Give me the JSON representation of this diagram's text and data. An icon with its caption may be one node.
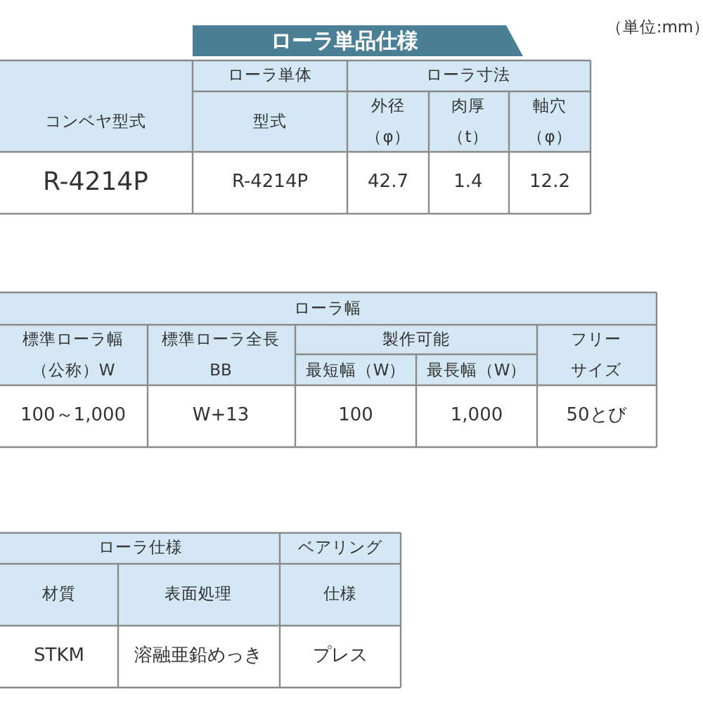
{
  "diagram": {
    "title": "ローラ単品仕様",
    "labels": [
      "（単位:mm）",
      "コンベヤ型式",
      "ローラ単体",
      "ローラ寸法",
      "型式",
      "外径",
      "（φ）",
      "肉厚",
      "（t）",
      "軸穴",
      "（φ）",
      "R-4214P",
      "R-4214P",
      "42.7",
      "1.4",
      "12.2",
      "ローラ幅",
      "標準ローラ幅",
      "標準ローラ全長",
      "製作可能",
      "フリー",
      "（公称）W",
      "BB",
      "最短幅（W）",
      "最長幅（W）",
      "サイズ",
      "100～1,000",
      "W+13",
      "100",
      "1,000",
      "50とび",
      "ローラ仕様",
      "ベアリング",
      "材質",
      "表面処理",
      "仕様",
      "STKM",
      "溶融亜鉛めっき",
      "プレス"
    ]
  }
}
